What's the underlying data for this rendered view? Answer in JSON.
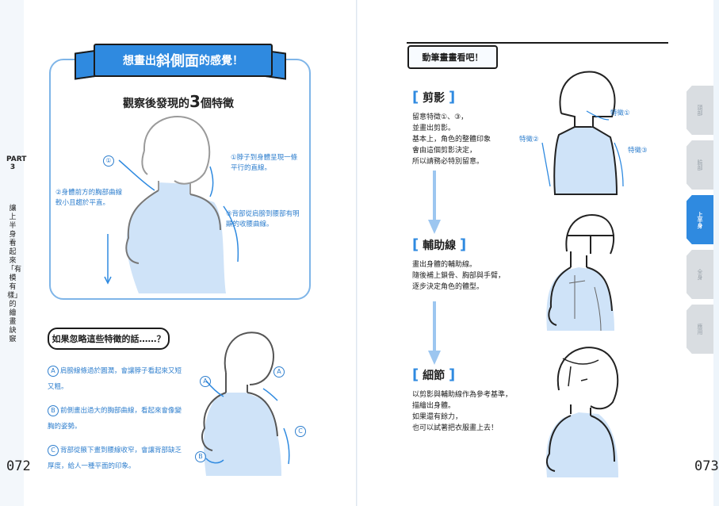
{
  "left_page": {
    "part_label": "PART 3",
    "chapter_title": "讓上半身看起來「有模有樣」的繪畫訣竅",
    "page_number": "072",
    "ribbon_pre": "想畫出",
    "ribbon_big1": "斜側",
    "ribbon_big2": "面",
    "ribbon_post": "的感覺！",
    "observation_pre": "觀察後發現的",
    "observation_num": "3",
    "observation_post": "個特徵",
    "label_1": "①",
    "feature_1": "①脖子到身體呈現一條平行的直線。",
    "feature_2": "②身體前方的胸部曲線較小且趨於平直。",
    "feature_3": "③背部從肩膀到腰部有明顯的收腰曲線。",
    "bubble": "如果忽略這些特徵的話……？",
    "items": [
      {
        "mark": "A",
        "text": "肩膀線條過於圓潤，會讓脖子看起來又短又粗。"
      },
      {
        "mark": "B",
        "text": "前側畫出過大的胸部曲線，看起來會像變胸的姿勢。"
      },
      {
        "mark": "C",
        "text": "背部從腋下畫到腰線收窄，會讓背部缺乏厚度，給人一種平面的印象。"
      }
    ],
    "fig_labels": {
      "a1": "A",
      "a2": "A",
      "b": "B",
      "c": "C"
    }
  },
  "right_page": {
    "header": "動筆畫畫看吧！",
    "page_number": "073",
    "steps": [
      {
        "title": "剪影",
        "lines": [
          "留意特徵①、③，",
          "並畫出剪影。",
          "基本上，角色的整體印象",
          "會由這個剪影決定，",
          "所以請務必特別留意。"
        ]
      },
      {
        "title": "輔助線",
        "lines": [
          "畫出身體的輔助線。",
          "隨後補上鎖骨、胸部與手臂，",
          "逐步決定角色的體型。"
        ]
      },
      {
        "title": "細節",
        "lines": [
          "以剪影與輔助線作為參考基準，",
          "描繪出身體。",
          "如果還有餘力，",
          "也可以試著把衣服畫上去！"
        ]
      }
    ],
    "feature_labels": {
      "f1": "特徵①",
      "f2": "特徵②",
      "f3": "特徵③"
    },
    "tabs": [
      "頭部",
      "臉部",
      "上半身",
      "全身",
      "應用"
    ],
    "active_tab": "上半身"
  },
  "colors": {
    "accent": "#2f8ae0",
    "light_blue": "#cfe3f8",
    "tab_gray": "#d9dde1"
  }
}
